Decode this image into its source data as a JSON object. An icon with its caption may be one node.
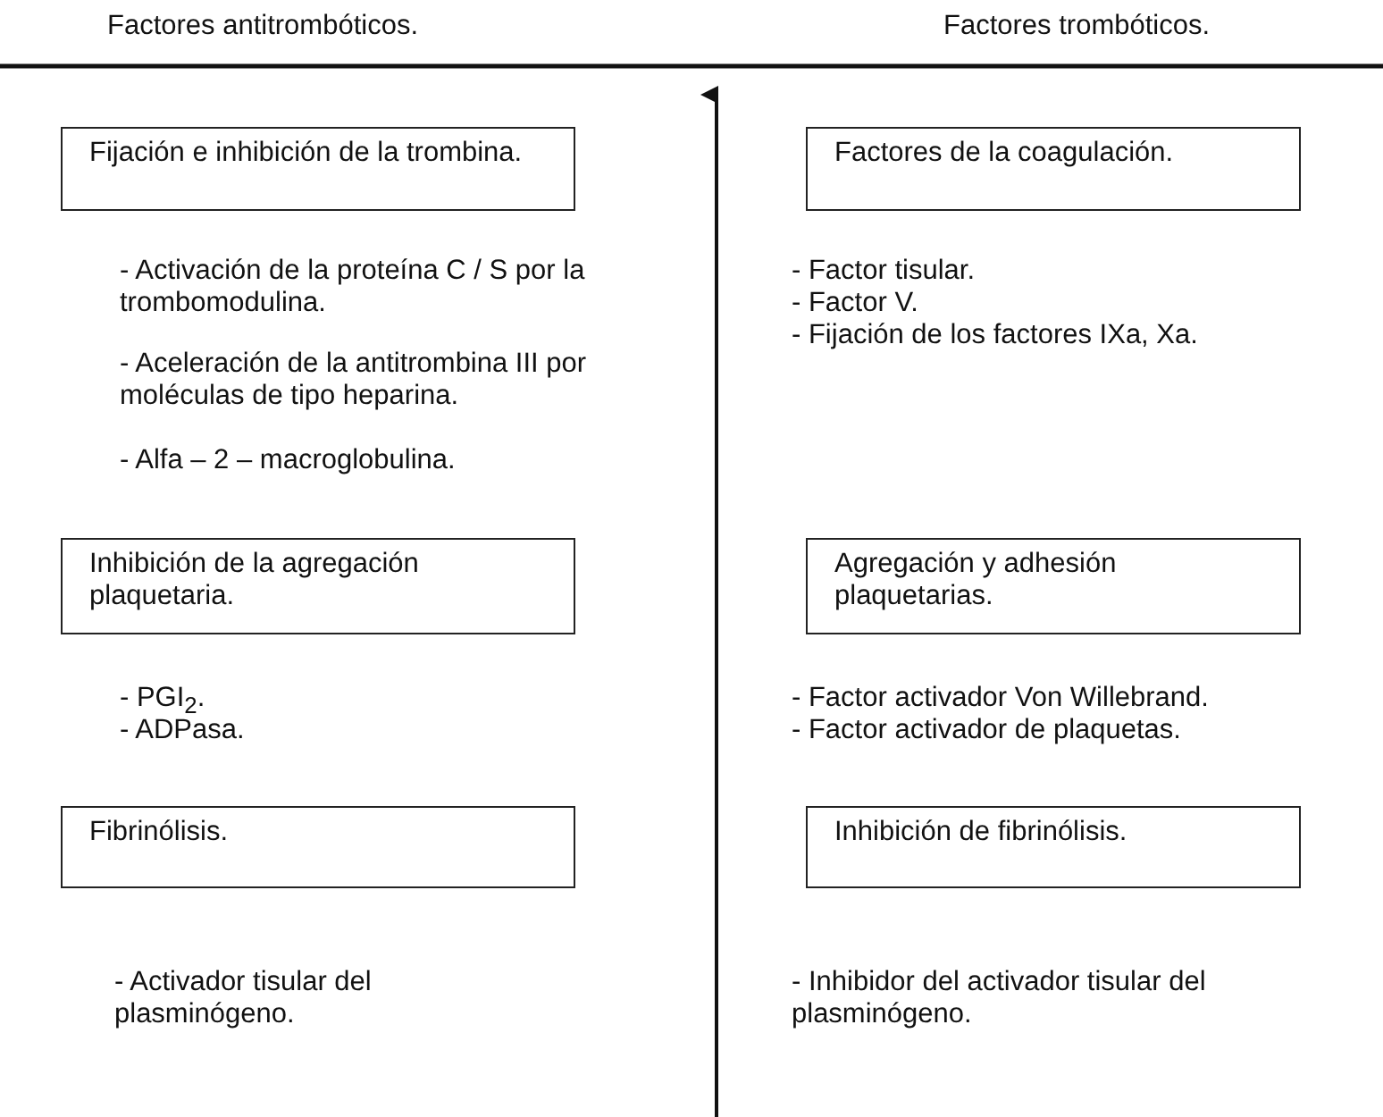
{
  "diagram": {
    "nodes": [
      {
        "text": [
          "Fijación e inhibición de la trombina."
        ]
      },
      {
        "text": [
          "Factores de la coagulación."
        ]
      },
      {
        "text": [
          "Inhibición de la agregación plaquetaria."
        ]
      },
      {
        "text": [
          "Agregación y adhesión plaquetarias."
        ]
      },
      {
        "text": [
          "Fibrinólisis."
        ]
      },
      {
        "text": [
          "Inhibición de fibrinólisis."
        ]
      }
    ],
    "labels": [
      "Factores antitrombóticos.",
      "Factores trombóticos.",
      "- Activación de la proteína C / S por la trombomodulina.",
      "- Aceleración de la antitrombina III por moléculas de tipo heparina.",
      "- Alfa – 2 – macroglobulina.",
      "- Factor tisular.",
      "- Factor V.",
      "- Fijación de los factores IXa, Xa.",
      "- PGI$_{2}$.",
      "- ADPasa.",
      "- Factor activador Von Willebrand.",
      "- Factor activador de plaquetas.",
      "- Activador tisular del plasminógeno.",
      "- Inhibidor del activador tisular del plasminógeno."
    ]
  }
}
